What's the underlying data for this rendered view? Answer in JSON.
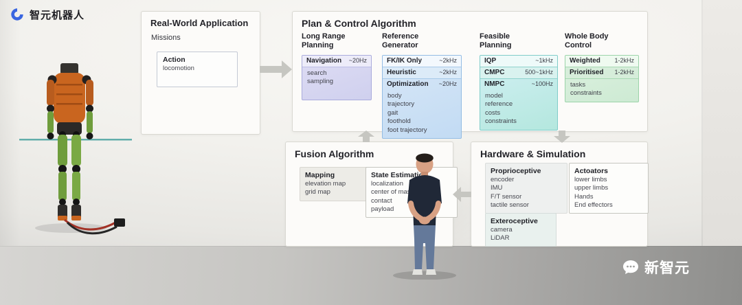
{
  "brand": {
    "name": "智元机器人"
  },
  "watermark": {
    "name": "新智元"
  },
  "colors": {
    "purple": "#cfd0ee",
    "blue": "#c2dbf3",
    "teal": "#b4e7de",
    "green": "#cdead3",
    "logo_blue": "#3a66e0"
  },
  "diagram": {
    "real_world": {
      "title": "Real-World Application",
      "subtitle": "Missions",
      "action": {
        "title": "Action",
        "items": [
          "locomotion"
        ]
      }
    },
    "plan_control": {
      "title": "Plan & Control Algorithm",
      "long_range": {
        "header_line1": "Long Range",
        "header_line2": "Planning",
        "navigation": {
          "name": "Navigation",
          "rate": "~20Hz",
          "items": [
            "search",
            "sampling"
          ]
        }
      },
      "reference_generator": {
        "header_line1": "Reference",
        "header_line2": "Generator",
        "fkik": {
          "name": "FK/IK Only",
          "rate": "~2kHz"
        },
        "heuristic": {
          "name": "Heuristic",
          "rate": "~2kHz"
        },
        "optimization": {
          "name": "Optimization",
          "rate": "~20Hz",
          "items": [
            "body",
            "trajectory",
            "gait",
            "foothold",
            "foot trajectory"
          ]
        }
      },
      "feasible": {
        "header_line1": "Feasible",
        "header_line2": "Planning",
        "iqp": {
          "name": "IQP",
          "rate": "~1kHz"
        },
        "cmpc": {
          "name": "CMPC",
          "rate": "500~1kHz"
        },
        "nmpc": {
          "name": "NMPC",
          "rate": "~100Hz",
          "items": [
            "model",
            "reference",
            "costs",
            "constraints"
          ]
        }
      },
      "whole_body": {
        "header_line1": "Whole Body",
        "header_line2": "Control",
        "weighted": {
          "name": "Weighted",
          "rate": "1-2kHz"
        },
        "prioritised": {
          "name": "Prioritised",
          "rate": "1-2kHz",
          "items": [
            "tasks",
            "constraints"
          ]
        }
      }
    },
    "fusion": {
      "title": "Fusion Algorithm",
      "mapping": {
        "title": "Mapping",
        "items": [
          "elevation map",
          "grid map"
        ]
      },
      "state_estimation": {
        "title": "State Estimation",
        "items": [
          "localization",
          "center of mass",
          "contact",
          "payload"
        ]
      }
    },
    "hardware": {
      "title": "Hardware & Simulation",
      "proprioceptive": {
        "title": "Proprioceptive",
        "items": [
          "encoder",
          "IMU",
          "F/T sensor",
          "tactile sensor"
        ]
      },
      "actuators": {
        "title": "Actoators",
        "items": [
          "lower limbs",
          "upper limbs",
          "Hands",
          "End effectors"
        ]
      },
      "exteroceptive": {
        "title": "Exteroceptive",
        "items": [
          "camera",
          "LiDAR"
        ]
      }
    }
  }
}
